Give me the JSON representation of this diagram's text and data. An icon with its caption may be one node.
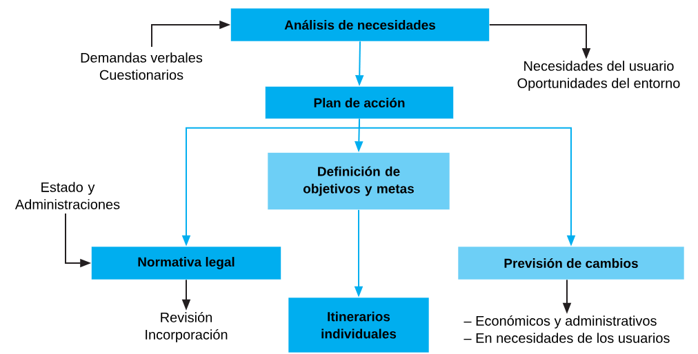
{
  "diagram": {
    "nodes": [
      {
        "text": [
          "Análisis de necesidades"
        ]
      },
      {
        "text": [
          "Demandas verbales",
          "Cuestionarios"
        ]
      },
      {
        "text": [
          "Necesidades del usuario",
          "Oportunidades del entorno"
        ]
      },
      {
        "text": [
          "Plan de acción"
        ]
      },
      {
        "text": [
          "Definición de objetivos y metas"
        ]
      },
      {
        "text": [
          "Estado y Administraciones"
        ]
      },
      {
        "text": [
          "Normativa legal"
        ]
      },
      {
        "text": [
          "Revisión",
          "Incorporación"
        ]
      },
      {
        "text": [
          "Itinerarios individuales"
        ]
      },
      {
        "text": [
          "Previsión de cambios"
        ]
      },
      {
        "text": [
          "– Económicos y administrativos",
          "– En necesidades de los usuarios"
        ]
      }
    ],
    "edges": [
      {
        "from": 1,
        "to": 0,
        "arrow": "to",
        "color": "#231f20"
      },
      {
        "from": 0,
        "to": 2,
        "arrow": "to",
        "color": "#231f20"
      },
      {
        "from": 0,
        "to": 3,
        "arrow": "to",
        "color": "#00aeef"
      },
      {
        "from": 3,
        "to": 4,
        "arrow": "to",
        "color": "#00aeef"
      },
      {
        "from": 3,
        "to": 6,
        "arrow": "to",
        "color": "#00aeef"
      },
      {
        "from": 3,
        "to": 9,
        "arrow": "to",
        "color": "#00aeef"
      },
      {
        "from": 4,
        "to": 8,
        "arrow": "to",
        "color": "#00aeef"
      },
      {
        "from": 5,
        "to": 6,
        "arrow": "to",
        "color": "#231f20"
      },
      {
        "from": 6,
        "to": 7,
        "arrow": "to",
        "color": "#231f20"
      },
      {
        "from": 9,
        "to": 10,
        "arrow": "to",
        "color": "#231f20"
      }
    ]
  }
}
